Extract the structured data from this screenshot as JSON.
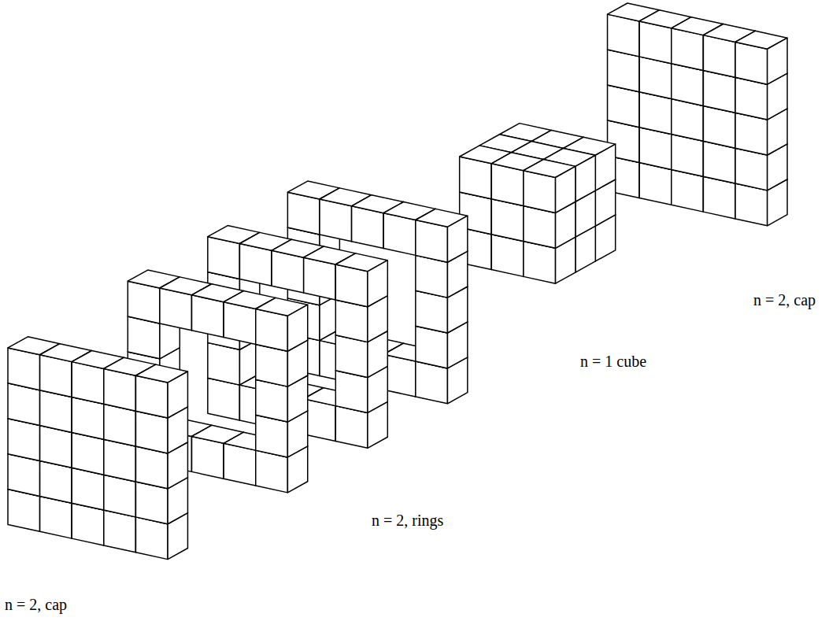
{
  "diagram": {
    "labels": [
      "n = 2, cap",
      "n = 2, rings",
      "n = 1 cube",
      "n = 2, cap"
    ]
  }
}
